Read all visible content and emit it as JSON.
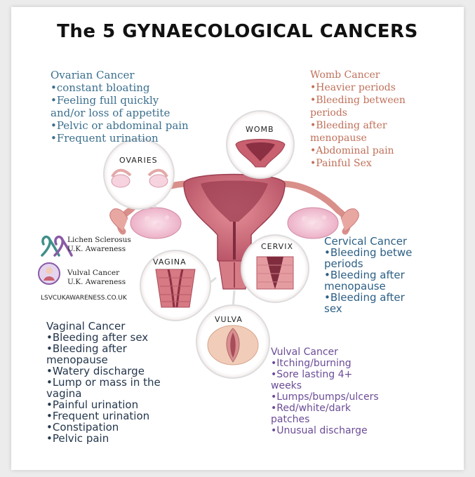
{
  "title": "The 5 GYNAECOLOGICAL CANCERS",
  "ovarian": {
    "heading": "Ovarian Cancer",
    "items": [
      "•constant bloating",
      "•Feeling full quickly",
      "and/or loss of appetite",
      "•Pelvic or abdominal pain",
      "•Frequent urination"
    ]
  },
  "womb": {
    "heading": "Womb Cancer",
    "items": [
      "•Heavier periods",
      "•Bleeding between",
      "periods",
      "•Bleeding after",
      "menopause",
      "•Abdominal pain",
      "•Painful Sex"
    ]
  },
  "cervical": {
    "heading": "Cervical Cancer",
    "items": [
      "•Bleeding betwe",
      "periods",
      "•Bleeding after",
      "menopause",
      "•Bleeding after",
      "sex"
    ]
  },
  "vaginal": {
    "heading": "Vaginal Cancer",
    "items": [
      "•Bleeding after sex",
      "•Bleeding after",
      "menopause",
      "•Watery discharge",
      "•Lump or mass in the",
      "vagina",
      "•Painful urination",
      "•Frequent urination",
      "•Constipation",
      "•Pelvic pain"
    ]
  },
  "vulval": {
    "heading": "Vulval Cancer",
    "items": [
      "•Itching/burning",
      "•Sore lasting 4+",
      "weeks",
      "•Lumps/bumps/ulcers",
      "•Red/white/dark",
      "patches",
      "•Unusual discharge"
    ]
  },
  "labels": {
    "womb": "WOMB",
    "ovaries": "OVARIES",
    "cervix": "CERVIX",
    "vagina": "VAGINA",
    "vulva": "VULVA"
  },
  "awareness": {
    "lichen_line1": "Lichen Sclerosus",
    "lichen_line2": "U.K. Awareness",
    "vulval_line1": "Vulval Cancer",
    "vulval_line2": "U.K. Awareness",
    "website": "LSVCUKAWARENESS.CO.UK"
  },
  "icons": [
    "awareness-ribbon-teal-icon",
    "awareness-ribbon-purple-icon",
    "vulval-awareness-logo-icon"
  ],
  "colors": {
    "uterus": "#cf6f7e",
    "uterus_dark": "#9c3f52",
    "ovary": "#f4c8d8",
    "tube": "#e7a9a0",
    "ovarian_text": "#3b6f8e",
    "womb_text": "#c0705a",
    "cervical_text": "#2c5f85",
    "vaginal_text": "#24364c",
    "vulval_text": "#6b4c97"
  }
}
